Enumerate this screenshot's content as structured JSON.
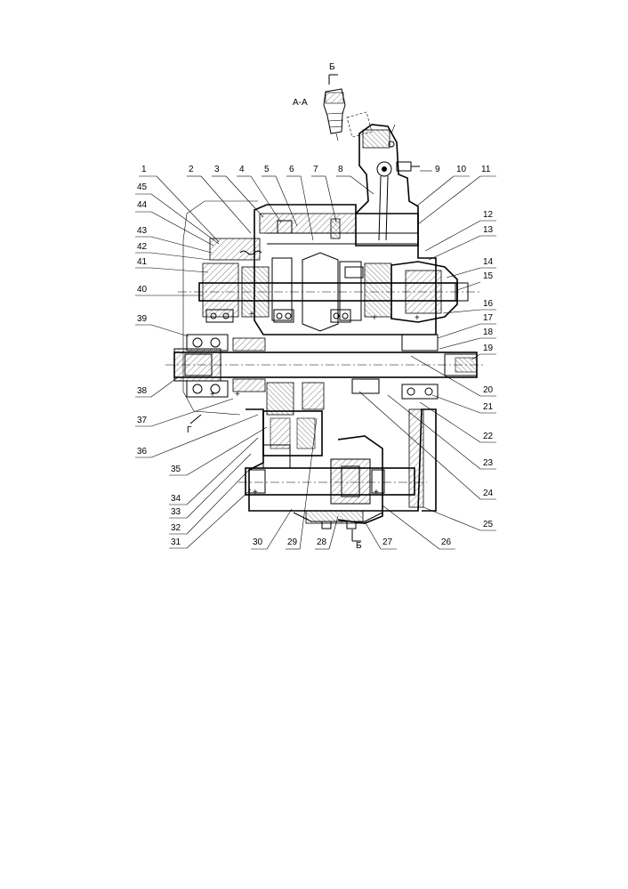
{
  "section_label": "А-А",
  "cut_label_top": "Б",
  "cut_label_bottom": "Б",
  "view_label": "Г",
  "callouts_top": [
    "1",
    "2",
    "3",
    "4",
    "5",
    "6",
    "7",
    "8",
    "9",
    "10",
    "11"
  ],
  "callouts_left": [
    "45",
    "44",
    "43",
    "42",
    "41",
    "40",
    "39",
    "38",
    "37",
    "36",
    "35",
    "34",
    "33",
    "32",
    "31"
  ],
  "callouts_right": [
    "12",
    "13",
    "14",
    "15",
    "16",
    "17",
    "18",
    "19",
    "20",
    "21",
    "22",
    "23",
    "24",
    "25"
  ],
  "callouts_bottom": [
    "30",
    "29",
    "28",
    "27",
    "26"
  ]
}
